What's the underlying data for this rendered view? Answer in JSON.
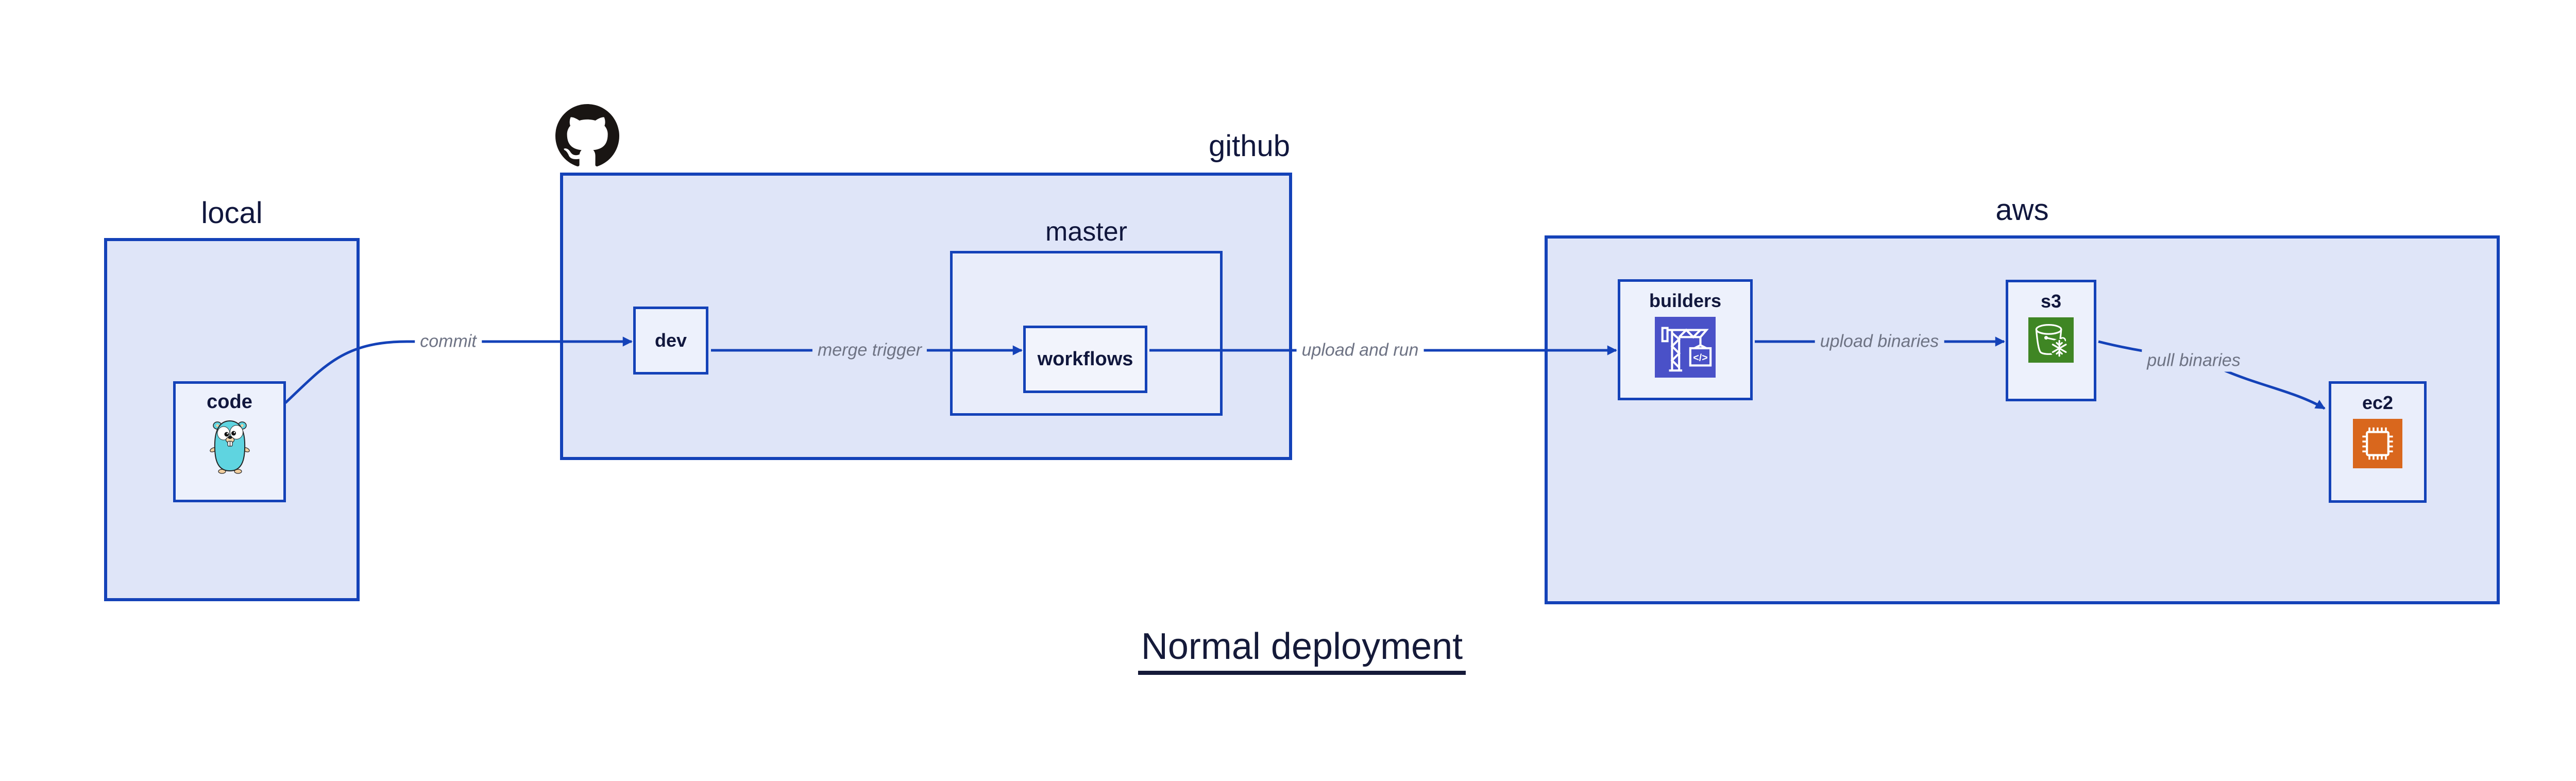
{
  "diagram": {
    "title": "Normal deployment",
    "containers": {
      "local": {
        "label": "local"
      },
      "github": {
        "label": "github"
      },
      "master": {
        "label": "master"
      },
      "aws": {
        "label": "aws"
      }
    },
    "nodes": {
      "code": {
        "label": "code"
      },
      "dev": {
        "label": "dev"
      },
      "workflows": {
        "label": "workflows"
      },
      "builders": {
        "label": "builders"
      },
      "s3": {
        "label": "s3"
      },
      "ec2": {
        "label": "ec2"
      }
    },
    "edges": [
      {
        "label": "commit",
        "from": "code",
        "to": "dev"
      },
      {
        "label": "merge trigger",
        "from": "dev",
        "to": "workflows"
      },
      {
        "label": "upload and run",
        "from": "workflows",
        "to": "builders"
      },
      {
        "label": "upload binaries",
        "from": "builders",
        "to": "s3"
      },
      {
        "label": "pull binaries",
        "from": "s3",
        "to": "ec2"
      }
    ],
    "icons": {
      "code": "go-gopher-icon",
      "github": "github-octocat-icon",
      "builders": "aws-codebuild-icon",
      "s3": "aws-s3-glacier-icon",
      "ec2": "aws-ec2-icon",
      "codebuild_glyph": "</>"
    },
    "colors": {
      "edge_blue": "#1442b8",
      "container_fill": "#dfe5f8",
      "node_fill": "#edf1fc",
      "text_navy": "#11173d",
      "edge_label_gray": "#6e7384",
      "codebuild_indigo": "#4a51c8",
      "s3_green": "#3f8624",
      "ec2_orange": "#d9671d",
      "github_black": "#191513",
      "gopher_teal": "#5fd4e0"
    }
  }
}
